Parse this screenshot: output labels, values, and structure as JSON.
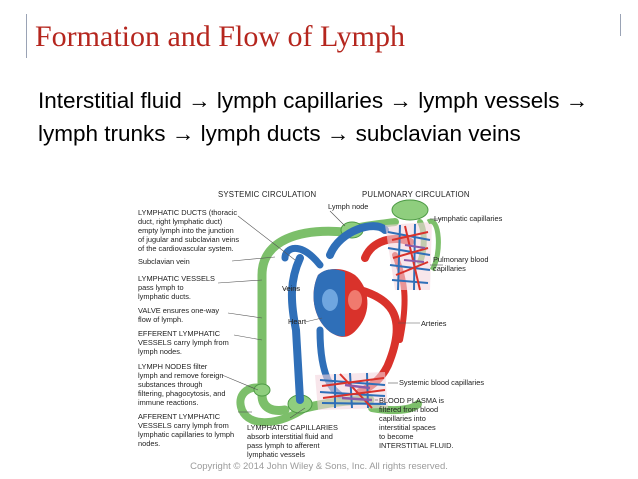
{
  "title": "Formation and Flow of Lymph",
  "flow": {
    "steps": [
      "Interstitial fluid",
      "lymph capillaries",
      "lymph vessels",
      "lymph trunks",
      "lymph ducts",
      "subclavian veins"
    ],
    "arrow_glyph": "→"
  },
  "diagram": {
    "headers": {
      "systemic": "SYSTEMIC CIRCULATION",
      "pulmonary": "PULMONARY CIRCULATION"
    },
    "left_labels": {
      "ducts": [
        "LYMPHATIC DUCTS (thoracic",
        "duct, right lymphatic duct)",
        "empty lymph into the junction",
        "of jugular and subclavian veins",
        "of the cardiovascular system."
      ],
      "subclavian": [
        "Subclavian vein"
      ],
      "vessels": [
        "LYMPHATIC VESSELS",
        "pass lymph to",
        "lymphatic ducts."
      ],
      "valve": [
        "VALVE ensures one-way",
        "flow of lymph."
      ],
      "efferent": [
        "EFFERENT LYMPHATIC",
        "VESSELS carry lymph from",
        "lymph nodes."
      ],
      "nodes": [
        "LYMPH NODES filter",
        "lymph and remove foreign",
        "substances through",
        "filtering, phagocytosis, and",
        "immune reactions."
      ],
      "afferent": [
        "AFFERENT LYMPHATIC",
        "VESSELS carry lymph from",
        "lymphatic capillaries to lymph",
        "nodes."
      ]
    },
    "center_labels": {
      "lymph_node": "Lymph node",
      "veins": "Veins",
      "heart": "Heart",
      "capillaries": [
        "LYMPHATIC CAPILLARIES",
        "absorb interstitial fluid and",
        "pass lymph to afferent",
        "lymphatic vessels"
      ]
    },
    "right_labels": {
      "lymph_caps": "Lymphatic capillaries",
      "pulmonary_caps": [
        "Pulmonary blood",
        "capillaries"
      ],
      "arteries": "Arteries",
      "systemic_caps": "Systemic blood capillaries",
      "plasma": [
        "BLOOD PLASMA is",
        "filtered from blood",
        "capillaries into",
        "interstitial spaces",
        "to become",
        "INTERSTITIAL FLUID."
      ]
    }
  },
  "copyright": "Copyright © 2014 John Wiley & Sons, Inc. All rights reserved.",
  "colors": {
    "title": "#b5261e",
    "lymph": "#7cbf6a",
    "vein": "#2f6fb8",
    "artery": "#d9322b",
    "capillary_mix": "#8b5aa8"
  }
}
